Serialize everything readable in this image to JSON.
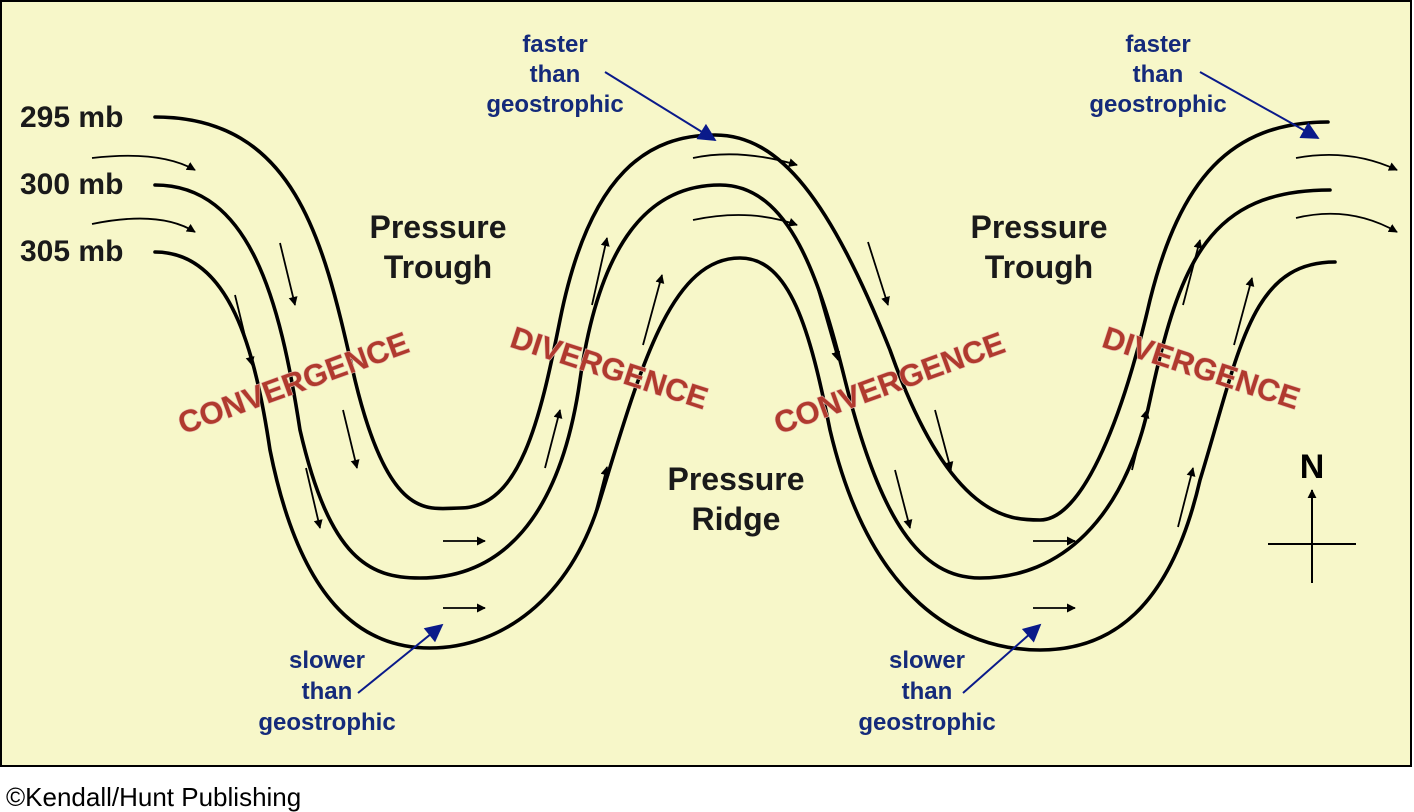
{
  "isobars": [
    "295 mb",
    "300 mb",
    "305 mb"
  ],
  "regions": {
    "trough_1": [
      "Pressure",
      "Trough"
    ],
    "ridge": [
      "Pressure",
      "Ridge"
    ],
    "trough_2": [
      "Pressure",
      "Trough"
    ]
  },
  "zones": {
    "convergence_1": "CONVERGENCE",
    "divergence_1": "DIVERGENCE",
    "convergence_2": "CONVERGENCE",
    "divergence_2": "DIVERGENCE"
  },
  "annotations": {
    "faster_1": [
      "faster",
      "than",
      "geostrophic"
    ],
    "faster_2": [
      "faster",
      "than",
      "geostrophic"
    ],
    "slower_1": [
      "slower",
      "than",
      "geostrophic"
    ],
    "slower_2": [
      "slower",
      "than",
      "geostrophic"
    ]
  },
  "compass": {
    "north_label": "N"
  },
  "credit": "©Kendall/Hunt Publishing",
  "colors": {
    "background": "#f7f7c9",
    "zone_text": "#b03a2e",
    "annotation_text": "#142a7a",
    "annotation_arrow": "#0a1a8a",
    "lines": "#000000"
  }
}
